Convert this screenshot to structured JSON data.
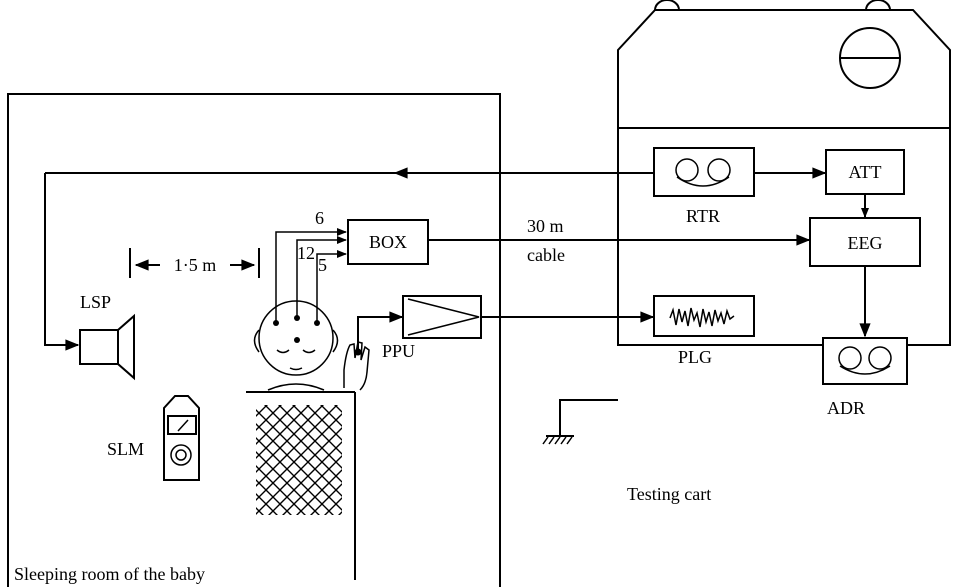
{
  "labels": {
    "room": "Sleeping room of the baby",
    "cart": "Testing cart",
    "rtr": "RTR",
    "att": "ATT",
    "eeg": "EEG",
    "adr": "ADR",
    "plg": "PLG",
    "box": "BOX",
    "ppu": "PPU",
    "lsp": "LSP",
    "slm": "SLM",
    "distance": "1·5 m",
    "cable_line1": "30 m",
    "cable_line2": "cable",
    "electrode_6": "6",
    "electrode_12": "12",
    "electrode_5": "5"
  }
}
